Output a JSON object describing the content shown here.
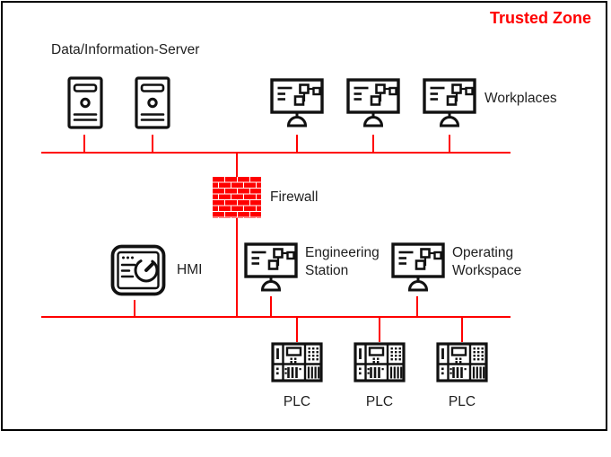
{
  "zone_title": "Trusted Zone",
  "colors": {
    "accent_red": "#FF0000",
    "icon_ink": "#111111",
    "label_ink": "#1F1F1F",
    "frame_border": "#000000",
    "background": "#FFFFFF"
  },
  "labels": {
    "server_group": "Data/Information-Server",
    "workplaces": "Workplaces",
    "firewall": "Firewall",
    "hmi": "HMI",
    "engineering_station": "Engineering Station",
    "operating_workspace": "Operating Workspace"
  },
  "plcs": [
    {
      "label": "PLC"
    },
    {
      "label": "PLC"
    },
    {
      "label": "PLC"
    }
  ],
  "icons": {
    "server": "tower-server-icon",
    "workplace": "monitor-workstation-icon",
    "firewall": "red-brick-wall-icon",
    "hmi": "hmi-panel-gauge-icon",
    "plc": "plc-rack-icon"
  }
}
